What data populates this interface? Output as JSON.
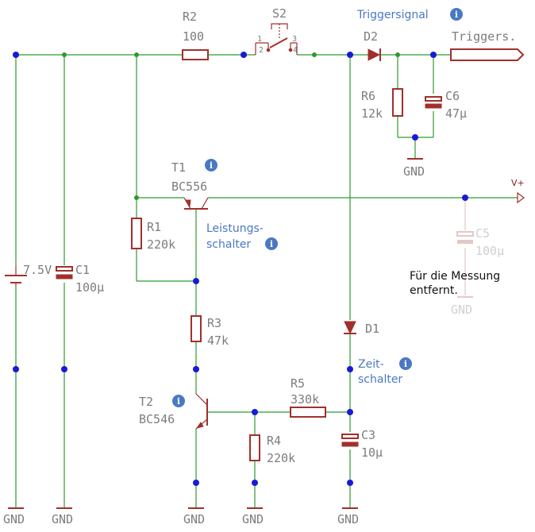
{
  "labels": {
    "r2_name": "R2",
    "r2_value": "100",
    "s2_name": "S2",
    "s2_pin1": "1",
    "s2_pin2": "2",
    "s2_pin3": "3",
    "s2_pin4": "4",
    "trigger_note": "Triggersignal",
    "d2_name": "D2",
    "trigger_port": "Triggers.",
    "r6_name": "R6",
    "r6_value": "12k",
    "c6_name": "C6",
    "c6_value": "47µ",
    "gnd_d2": "GND",
    "t1_name": "T1",
    "t1_value": "BC556",
    "vplus": "V+",
    "r1_name": "R1",
    "r1_value": "220k",
    "leistung_line1": "Leistungs-",
    "leistung_line2": "schalter",
    "c5_name": "C5",
    "c5_value": "100µ",
    "messung_line1": "Für die Messung",
    "messung_line2": "entfernt.",
    "gnd_c5": "GND",
    "bat_value": "7.5V",
    "c1_name": "C1",
    "c1_value": "100µ",
    "r3_name": "R3",
    "r3_value": "47k",
    "d1_name": "D1",
    "zeit_line1": "Zeit-",
    "zeit_line2": "schalter",
    "r5_name": "R5",
    "r5_value": "330k",
    "t2_name": "T2",
    "t2_value": "BC546",
    "r4_name": "R4",
    "r4_value": "220k",
    "c3_name": "C3",
    "c3_value": "10µ",
    "gnd1": "GND",
    "gnd2": "GND",
    "gnd3": "GND",
    "gnd4": "GND",
    "gnd5": "GND"
  },
  "icons": {
    "info": "info-icon"
  },
  "colors": {
    "wire": "#2e9a2e",
    "component": "#a0302c",
    "node": "#1a1ad6",
    "note": "#4a78c2",
    "text": "#7d7d7d"
  }
}
